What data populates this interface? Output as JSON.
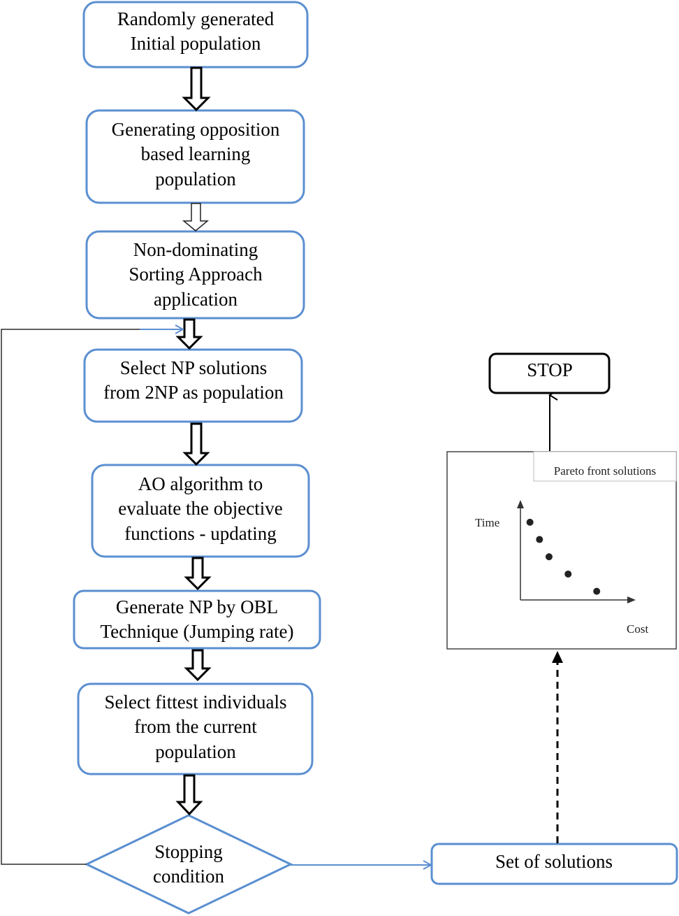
{
  "colors": {
    "box_stroke": "#5b8fd0",
    "arrow_stroke": "#000000",
    "loop_line": "#5b8fd0"
  },
  "flow": {
    "step1": [
      "Randomly generated",
      "Initial population"
    ],
    "step2": [
      "Generating opposition",
      "based learning",
      "population"
    ],
    "step3": [
      "Non-dominating",
      "Sorting Approach",
      "application"
    ],
    "step4": [
      "Select NP solutions",
      "from 2NP as population"
    ],
    "step5": [
      "AO algorithm to",
      "evaluate the objective",
      "functions - updating"
    ],
    "step6": [
      "Generate NP by OBL",
      "Technique (Jumping rate)"
    ],
    "step7": [
      "Select fittest individuals",
      "from the current",
      "population"
    ],
    "decision": [
      "Stopping",
      "condition"
    ]
  },
  "output": {
    "solutions": "Set of solutions",
    "stop": "STOP",
    "pareto_title": "Pareto front solutions",
    "y_axis": "Time",
    "x_axis": "Cost",
    "points": [
      [
        1,
        9
      ],
      [
        2,
        7
      ],
      [
        3,
        5
      ],
      [
        5,
        3
      ],
      [
        8,
        1
      ]
    ]
  }
}
